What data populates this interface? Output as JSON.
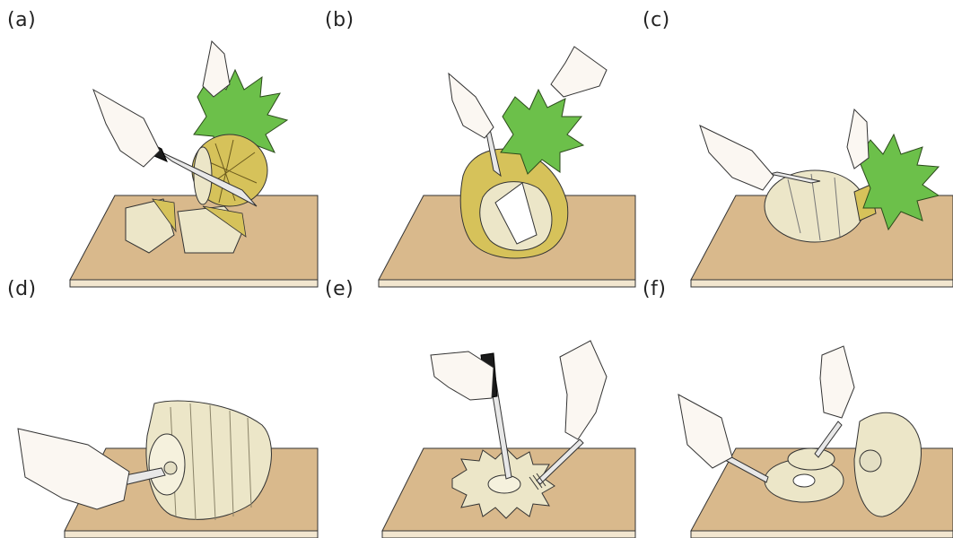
{
  "panels": [
    {
      "label": "(a)",
      "scene": "cut-ends"
    },
    {
      "label": "(b)",
      "scene": "peel-skin"
    },
    {
      "label": "(c)",
      "scene": "remove-eyes"
    },
    {
      "label": "(d)",
      "scene": "core-fruit"
    },
    {
      "label": "(e)",
      "scene": "slice-ring"
    },
    {
      "label": "(f)",
      "scene": "serve-slices"
    }
  ],
  "colors": {
    "board": "#d9b98c",
    "board_edge": "#f2e6cf",
    "crown": "#6cc04a",
    "skin": "#d6c25a",
    "flesh": "#ece6c8",
    "skin_hand": "#fbf7f2",
    "knife_blade": "#e8e8e8",
    "handle": "#1a1a1a"
  }
}
